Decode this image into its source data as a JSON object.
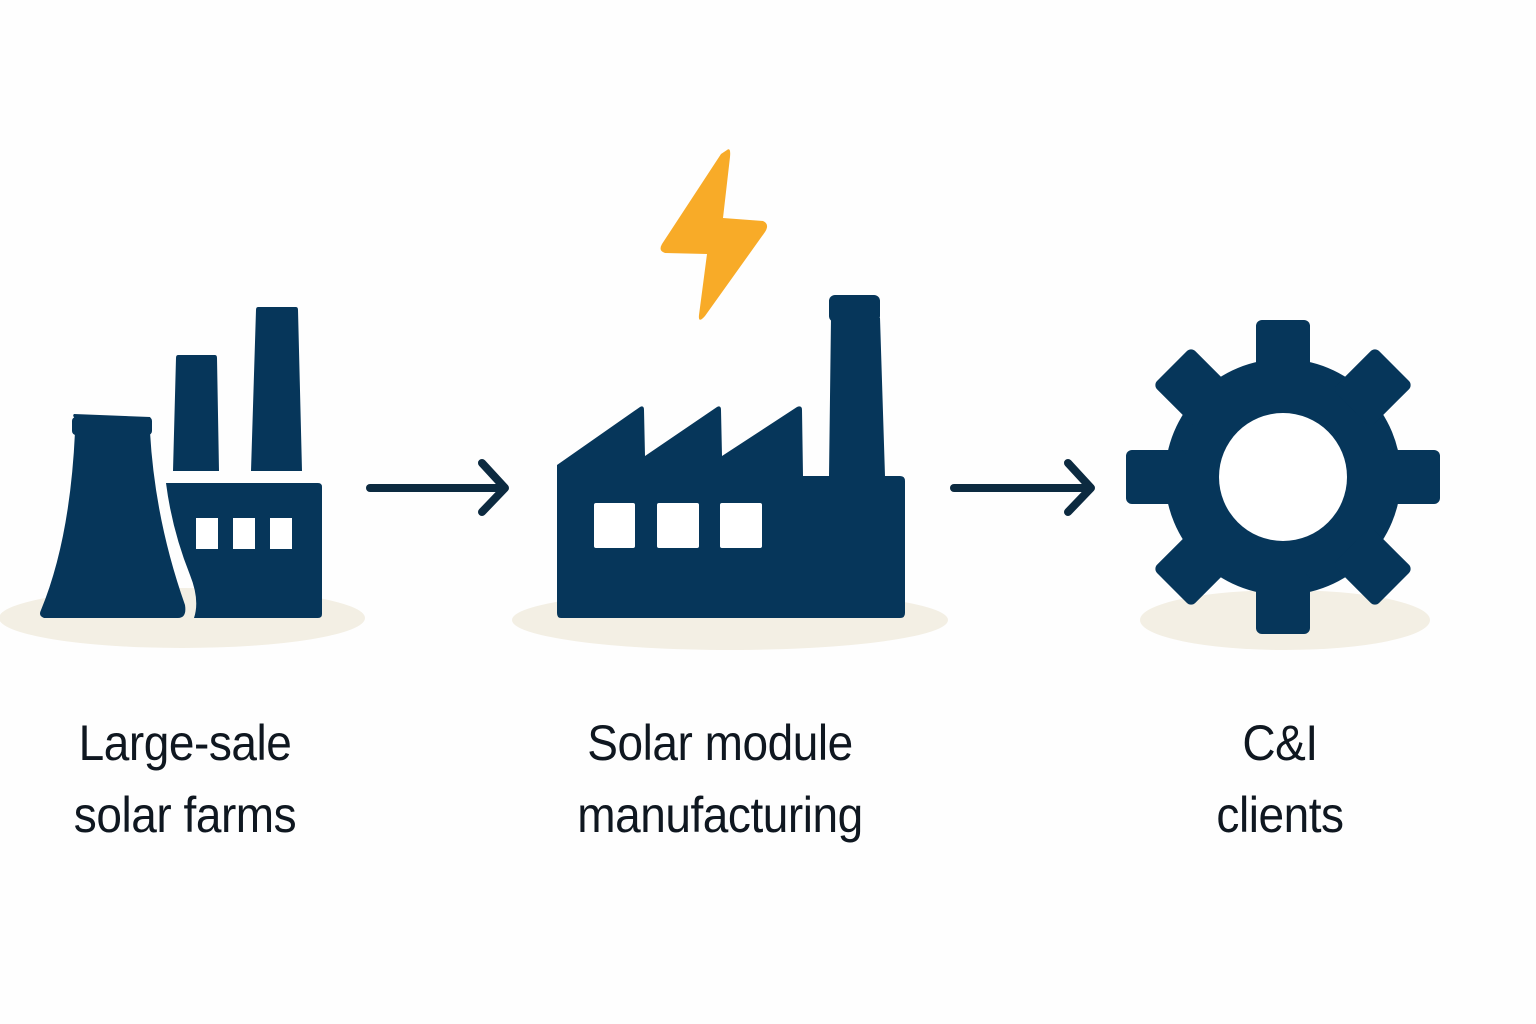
{
  "diagram": {
    "type": "flow",
    "colors": {
      "icon": "#06365a",
      "arrow": "#0c2a40",
      "bolt": "#f8ab28",
      "shadow": "#f3efe4",
      "text": "#0f1720",
      "background": "#fefefe"
    },
    "nodes": [
      {
        "id": "farms",
        "icon": "power-plant-icon",
        "label_lines": [
          "Large-sale",
          "solar farms"
        ]
      },
      {
        "id": "manufacturing",
        "icon": "factory-icon",
        "accent_icon": "lightning-bolt-icon",
        "label_lines": [
          "Solar module",
          "manufacturing"
        ]
      },
      {
        "id": "clients",
        "icon": "gear-icon",
        "label_lines": [
          "C&I",
          "clients"
        ]
      }
    ],
    "edges": [
      {
        "from": "farms",
        "to": "manufacturing",
        "icon": "arrow-right-icon"
      },
      {
        "from": "manufacturing",
        "to": "clients",
        "icon": "arrow-right-icon"
      }
    ]
  }
}
